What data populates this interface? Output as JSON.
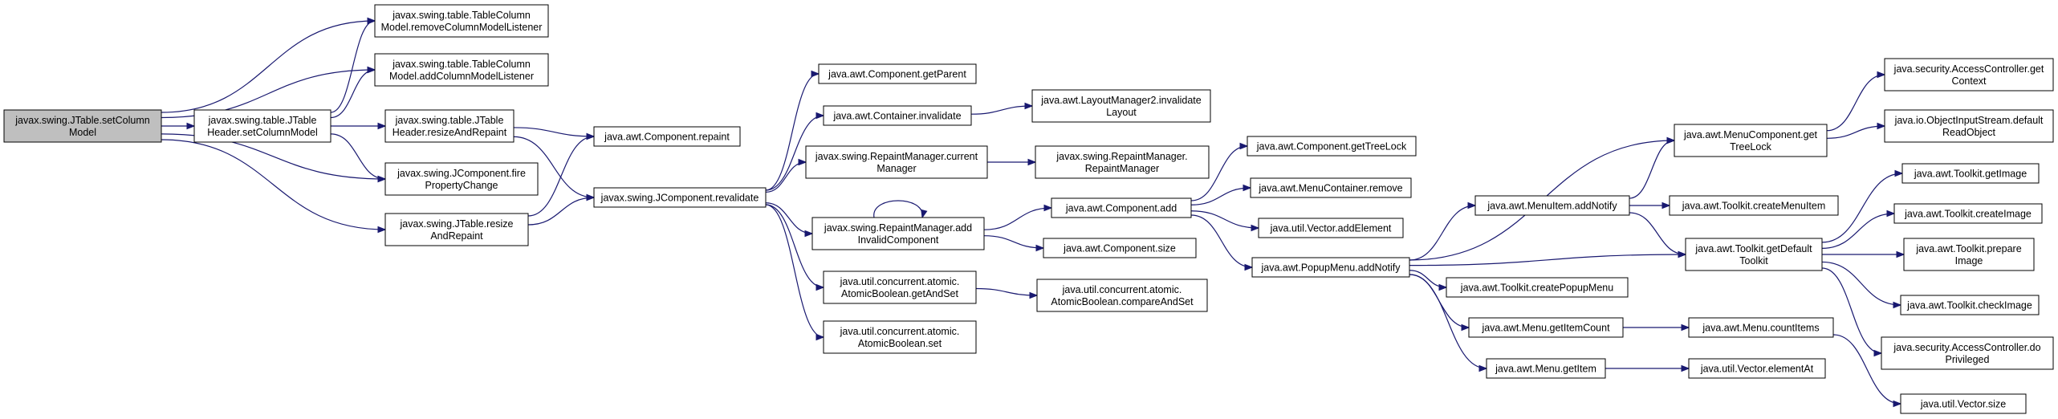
{
  "nodes": [
    {
      "id": "root",
      "lines": [
        "javax.swing.JTable.setColumn",
        "Model"
      ],
      "root": true
    },
    {
      "id": "remove_cml",
      "lines": [
        "javax.swing.table.TableColumn",
        "Model.removeColumnModelListener"
      ]
    },
    {
      "id": "add_cml",
      "lines": [
        "javax.swing.table.TableColumn",
        "Model.addColumnModelListener"
      ]
    },
    {
      "id": "jth_setcm",
      "lines": [
        "javax.swing.table.JTable",
        "Header.setColumnModel"
      ]
    },
    {
      "id": "jth_resize",
      "lines": [
        "javax.swing.table.JTable",
        "Header.resizeAndRepaint"
      ]
    },
    {
      "id": "jc_fire",
      "lines": [
        "javax.swing.JComponent.fire",
        "PropertyChange"
      ]
    },
    {
      "id": "jt_resize",
      "lines": [
        "javax.swing.JTable.resize",
        "AndRepaint"
      ]
    },
    {
      "id": "comp_repaint",
      "lines": [
        "java.awt.Component.repaint"
      ]
    },
    {
      "id": "jc_revalidate",
      "lines": [
        "javax.swing.JComponent.revalidate"
      ]
    },
    {
      "id": "comp_getparent",
      "lines": [
        "java.awt.Component.getParent"
      ]
    },
    {
      "id": "cont_invalidate",
      "lines": [
        "java.awt.Container.invalidate"
      ]
    },
    {
      "id": "rm_current",
      "lines": [
        "javax.swing.RepaintManager.current",
        "Manager"
      ]
    },
    {
      "id": "rm_addinvalid",
      "lines": [
        "javax.swing.RepaintManager.add",
        "InvalidComponent"
      ]
    },
    {
      "id": "ab_getandset",
      "lines": [
        "java.util.concurrent.atomic.",
        "AtomicBoolean.getAndSet"
      ]
    },
    {
      "id": "ab_set",
      "lines": [
        "java.util.concurrent.atomic.",
        "AtomicBoolean.set"
      ]
    },
    {
      "id": "lm2_invalidate",
      "lines": [
        "java.awt.LayoutManager2.invalidate",
        "Layout"
      ]
    },
    {
      "id": "rm_rm",
      "lines": [
        "javax.swing.RepaintManager.",
        "RepaintManager"
      ]
    },
    {
      "id": "comp_add",
      "lines": [
        "java.awt.Component.add"
      ]
    },
    {
      "id": "comp_size",
      "lines": [
        "java.awt.Component.size"
      ]
    },
    {
      "id": "ab_cas",
      "lines": [
        "java.util.concurrent.atomic.",
        "AtomicBoolean.compareAndSet"
      ]
    },
    {
      "id": "comp_gettreelock",
      "lines": [
        "java.awt.Component.getTreeLock"
      ]
    },
    {
      "id": "mc_remove",
      "lines": [
        "java.awt.MenuContainer.remove"
      ]
    },
    {
      "id": "vec_addel",
      "lines": [
        "java.util.Vector.addElement"
      ]
    },
    {
      "id": "pm_addnotify",
      "lines": [
        "java.awt.PopupMenu.addNotify"
      ]
    },
    {
      "id": "mi_addnotify",
      "lines": [
        "java.awt.MenuItem.addNotify"
      ]
    },
    {
      "id": "tk_createpopup",
      "lines": [
        "java.awt.Toolkit.createPopupMenu"
      ]
    },
    {
      "id": "menu_getitemcount",
      "lines": [
        "java.awt.Menu.getItemCount"
      ]
    },
    {
      "id": "menu_getitem",
      "lines": [
        "java.awt.Menu.getItem"
      ]
    },
    {
      "id": "mcomp_gettreelock",
      "lines": [
        "java.awt.MenuComponent.get",
        "TreeLock"
      ]
    },
    {
      "id": "tk_createmenuitem",
      "lines": [
        "java.awt.Toolkit.createMenuItem"
      ]
    },
    {
      "id": "tk_getdefault",
      "lines": [
        "java.awt.Toolkit.getDefault",
        "Toolkit"
      ]
    },
    {
      "id": "menu_countitems",
      "lines": [
        "java.awt.Menu.countItems"
      ]
    },
    {
      "id": "vec_elementat",
      "lines": [
        "java.util.Vector.elementAt"
      ]
    },
    {
      "id": "ac_getcontext",
      "lines": [
        "java.security.AccessController.get",
        "Context"
      ]
    },
    {
      "id": "ois_defaultread",
      "lines": [
        "java.io.ObjectInputStream.default",
        "ReadObject"
      ]
    },
    {
      "id": "tk_getimage",
      "lines": [
        "java.awt.Toolkit.getImage"
      ]
    },
    {
      "id": "tk_createimage",
      "lines": [
        "java.awt.Toolkit.createImage"
      ]
    },
    {
      "id": "tk_prepareimage",
      "lines": [
        "java.awt.Toolkit.prepare",
        "Image"
      ]
    },
    {
      "id": "tk_checkimage",
      "lines": [
        "java.awt.Toolkit.checkImage"
      ]
    },
    {
      "id": "ac_doprivileged",
      "lines": [
        "java.security.AccessController.do",
        "Privileged"
      ]
    },
    {
      "id": "vec_size",
      "lines": [
        "java.util.Vector.size"
      ]
    }
  ],
  "edges": [
    {
      "from": "root",
      "to": "remove_cml"
    },
    {
      "from": "root",
      "to": "add_cml"
    },
    {
      "from": "root",
      "to": "jth_setcm"
    },
    {
      "from": "root",
      "to": "jc_fire"
    },
    {
      "from": "root",
      "to": "jt_resize"
    },
    {
      "from": "jth_setcm",
      "to": "remove_cml"
    },
    {
      "from": "jth_setcm",
      "to": "add_cml"
    },
    {
      "from": "jth_setcm",
      "to": "jth_resize"
    },
    {
      "from": "jth_setcm",
      "to": "jc_fire"
    },
    {
      "from": "jth_resize",
      "to": "comp_repaint"
    },
    {
      "from": "jth_resize",
      "to": "jc_revalidate"
    },
    {
      "from": "jt_resize",
      "to": "comp_repaint"
    },
    {
      "from": "jt_resize",
      "to": "jc_revalidate"
    },
    {
      "from": "jc_revalidate",
      "to": "comp_getparent"
    },
    {
      "from": "jc_revalidate",
      "to": "cont_invalidate"
    },
    {
      "from": "jc_revalidate",
      "to": "rm_current"
    },
    {
      "from": "jc_revalidate",
      "to": "rm_addinvalid"
    },
    {
      "from": "jc_revalidate",
      "to": "ab_getandset"
    },
    {
      "from": "jc_revalidate",
      "to": "ab_set"
    },
    {
      "from": "cont_invalidate",
      "to": "lm2_invalidate"
    },
    {
      "from": "rm_current",
      "to": "rm_rm"
    },
    {
      "from": "rm_addinvalid",
      "to": "rm_addinvalid"
    },
    {
      "from": "rm_addinvalid",
      "to": "comp_add"
    },
    {
      "from": "rm_addinvalid",
      "to": "comp_size"
    },
    {
      "from": "ab_getandset",
      "to": "ab_cas"
    },
    {
      "from": "comp_add",
      "to": "comp_gettreelock"
    },
    {
      "from": "comp_add",
      "to": "mc_remove"
    },
    {
      "from": "comp_add",
      "to": "vec_addel"
    },
    {
      "from": "comp_add",
      "to": "pm_addnotify"
    },
    {
      "from": "pm_addnotify",
      "to": "mcomp_gettreelock"
    },
    {
      "from": "pm_addnotify",
      "to": "mi_addnotify"
    },
    {
      "from": "pm_addnotify",
      "to": "tk_getdefault"
    },
    {
      "from": "pm_addnotify",
      "to": "tk_createpopup"
    },
    {
      "from": "pm_addnotify",
      "to": "menu_getitemcount"
    },
    {
      "from": "pm_addnotify",
      "to": "menu_getitem"
    },
    {
      "from": "mi_addnotify",
      "to": "mcomp_gettreelock"
    },
    {
      "from": "mi_addnotify",
      "to": "tk_createmenuitem"
    },
    {
      "from": "mi_addnotify",
      "to": "tk_getdefault"
    },
    {
      "from": "menu_getitemcount",
      "to": "menu_countitems"
    },
    {
      "from": "menu_getitem",
      "to": "vec_elementat"
    },
    {
      "from": "mcomp_gettreelock",
      "to": "ac_getcontext"
    },
    {
      "from": "mcomp_gettreelock",
      "to": "ois_defaultread"
    },
    {
      "from": "tk_getdefault",
      "to": "tk_getimage"
    },
    {
      "from": "tk_getdefault",
      "to": "tk_createimage"
    },
    {
      "from": "tk_getdefault",
      "to": "tk_prepareimage"
    },
    {
      "from": "tk_getdefault",
      "to": "tk_checkimage"
    },
    {
      "from": "tk_getdefault",
      "to": "ac_doprivileged"
    },
    {
      "from": "menu_countitems",
      "to": "vec_size"
    }
  ]
}
